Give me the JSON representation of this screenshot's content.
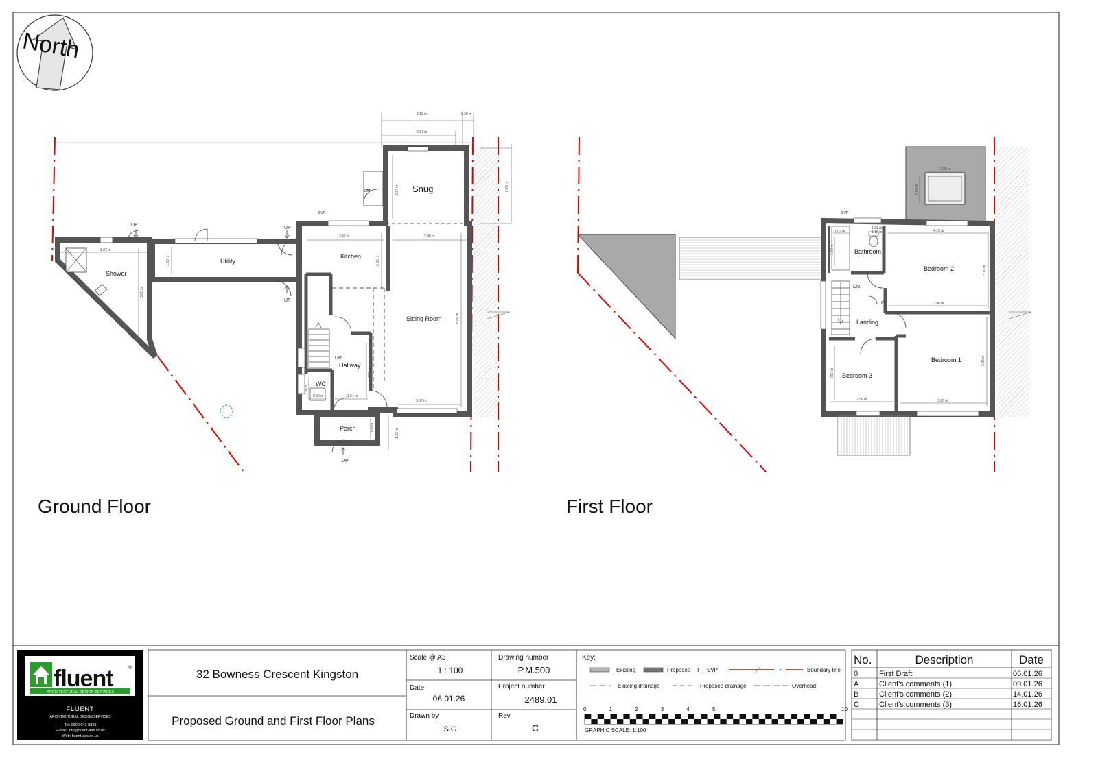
{
  "north": {
    "label": "North"
  },
  "plans": {
    "ground": {
      "title": "Ground Floor",
      "rooms": {
        "shower": "Shower",
        "utility": "Utility",
        "kitchen": "Kitchen",
        "snug": "Snug",
        "sitting": "Sitting Room",
        "hallway": "Hallway",
        "wc": "WC",
        "porch": "Porch"
      },
      "markers": {
        "up": "UP",
        "svp": "SVP"
      },
      "dims": {
        "top_total": "3.11 m",
        "top_right": "0.30 m",
        "top_inner": "2.37 m",
        "snug_h": "2.37 m",
        "snug_right": "2.78 m",
        "shower_w": "3.23 m",
        "shower_h": "3.80 m",
        "utility_h": "1.23 m",
        "kitchen_w": "3.45 m",
        "sitting_w_top": "2.88 m",
        "kitchen_h": "2.30 m",
        "sitting_h": "5.86 m",
        "sitting_w_bottom": "3.57 m",
        "hall_w": "1.61 m",
        "hall_h": "2.57 m",
        "wc_w": "0.90 m",
        "wc_h": "1.38 m",
        "porch_h": "0.93 m",
        "porch_left": "1.23 m"
      }
    },
    "first": {
      "title": "First Floor",
      "rooms": {
        "bathroom": "Bathroom",
        "bedroom2": "Bedroom 2",
        "landing": "Landing",
        "bedroom1": "Bedroom 1",
        "bedroom3": "Bedroom 3"
      },
      "markers": {
        "dn": "DN",
        "svp": "SVP",
        "c": "C"
      },
      "dims": {
        "roof_w": "0.90 m",
        "roof_h": "0.60 m",
        "bath_w": "1.02 m",
        "bath_h": "1.72 m",
        "bath_w2": "1.31 m",
        "bath_w3": "1.18 m",
        "bed2_w": "4.10 m",
        "bed2_h": "3.17 m",
        "bed2_w_bottom": "3.96 m",
        "bed1_h": "3.88 m",
        "bed1_w": "3.60 m",
        "bed3_h": "2.90 m",
        "bed3_w": "2.56 m"
      }
    }
  },
  "title_block": {
    "logo": {
      "brand": "fluent",
      "registered": "®",
      "tagline": "ARCHITECTURAL DESIGN SERVICES",
      "company": "FLUENT",
      "company_sub": "ARCHITECTURAL DESIGN SERVICES",
      "tel": "Tel: 0800 043 8838",
      "email": "E-mail: info@fluent-ads.co.uk",
      "web": "Web: fluent-ads.co.uk"
    },
    "project_name": "32 Bowness Crescent Kingston",
    "drawing_title": "Proposed Ground and First Floor Plans",
    "scale_label": "Scale @ A3",
    "scale_value": "1 : 100",
    "date_label": "Date",
    "date_value": "06.01.26",
    "drawn_label": "Drawn by",
    "drawn_value": "S.G",
    "drawing_number_label": "Drawing number",
    "drawing_number_value": "P.M.500",
    "project_number_label": "Project number",
    "project_number_value": "2489.01",
    "rev_label": "Rev",
    "rev_value": "C",
    "key": {
      "title": "Key:",
      "existing": "Existing",
      "proposed": "Proposed",
      "svp": "SVP",
      "boundary": "Boundary line",
      "existing_drainage": "Existing drainage",
      "proposed_drainage": "Proposed drainage",
      "overhead": "Overhead"
    },
    "graphic_scale": {
      "label": "GRAPHIC SCALE: 1:100",
      "ticks": [
        "0",
        "1",
        "2",
        "3",
        "4",
        "5",
        "10"
      ]
    },
    "revisions": {
      "headers": {
        "no": "No.",
        "desc": "Description",
        "date": "Date"
      },
      "rows": [
        {
          "no": "0",
          "desc": "First Draft",
          "date": "06.01.26"
        },
        {
          "no": "A",
          "desc": "Client's comments (1)",
          "date": "09.01.26"
        },
        {
          "no": "B",
          "desc": "Client's comments (2)",
          "date": "14.01.26"
        },
        {
          "no": "C",
          "desc": "Client's comments (3)",
          "date": "16.01.26"
        }
      ]
    }
  }
}
